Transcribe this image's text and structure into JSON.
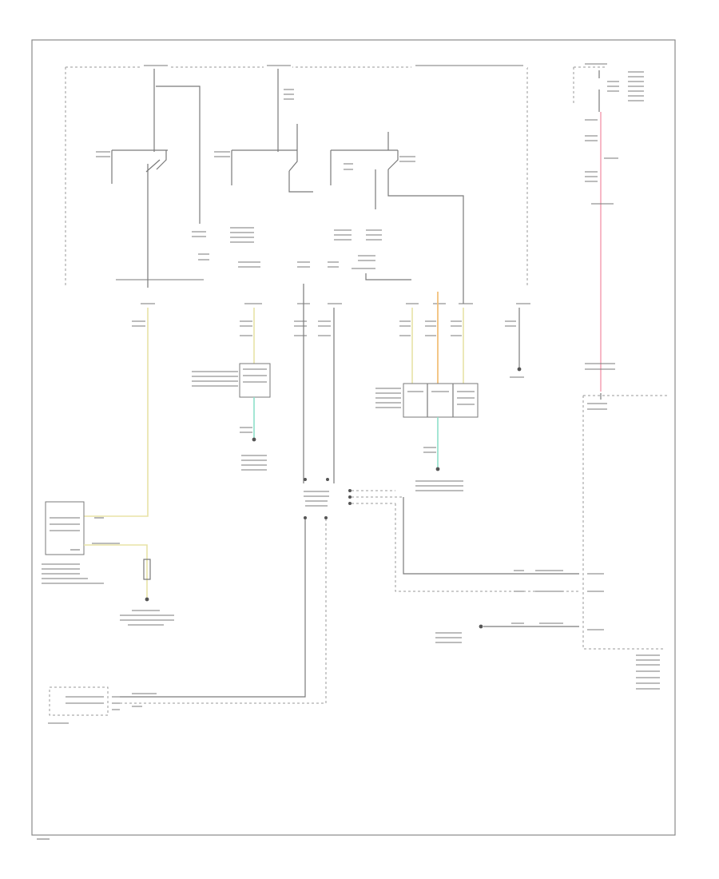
{
  "footer": {
    "page_code": ""
  },
  "colors": {
    "wire_default": "#7a7a7a",
    "wire_yellow": "#e8e3a6",
    "wire_orange": "#f2c07a",
    "wire_green": "#8ee0c9",
    "wire_pink": "#f5a6b8",
    "background": "#ffffff"
  },
  "components": [
    "fuse-block-left",
    "fuse-block-center",
    "fuse-block-right",
    "fuse-block-far-right",
    "relay-1",
    "relay-2",
    "relay-3",
    "module-center-left",
    "module-center-right",
    "module-left-lower",
    "module-bottom-left",
    "module-right",
    "junction-center"
  ]
}
